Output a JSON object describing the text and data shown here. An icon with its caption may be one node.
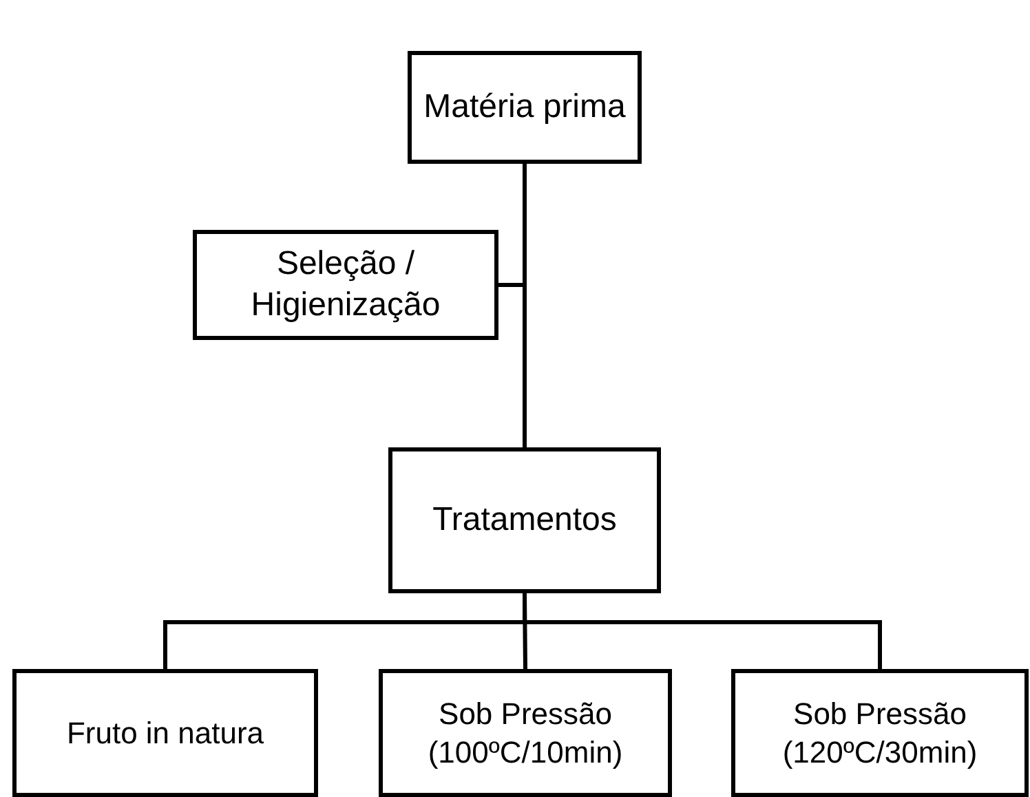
{
  "diagram": {
    "nodes": [
      {
        "text": [
          "Matéria prima"
        ]
      },
      {
        "text": [
          "Seleção / Higienização"
        ]
      },
      {
        "text": [
          "Tratamentos"
        ]
      },
      {
        "text": [
          "Fruto in natura"
        ]
      },
      {
        "text": [
          "Sob Pressão (100ºC/10min)"
        ]
      },
      {
        "text": [
          "Sob Pressão (120ºC/30min)"
        ]
      }
    ],
    "edges": [
      {
        "from": 0,
        "to": 2,
        "arrow": "none"
      },
      {
        "from": 1,
        "to": 2,
        "arrow": "none"
      },
      {
        "from": 2,
        "to": 3,
        "arrow": "none"
      },
      {
        "from": 2,
        "to": 4,
        "arrow": "none"
      },
      {
        "from": 2,
        "to": 5,
        "arrow": "none"
      }
    ]
  }
}
